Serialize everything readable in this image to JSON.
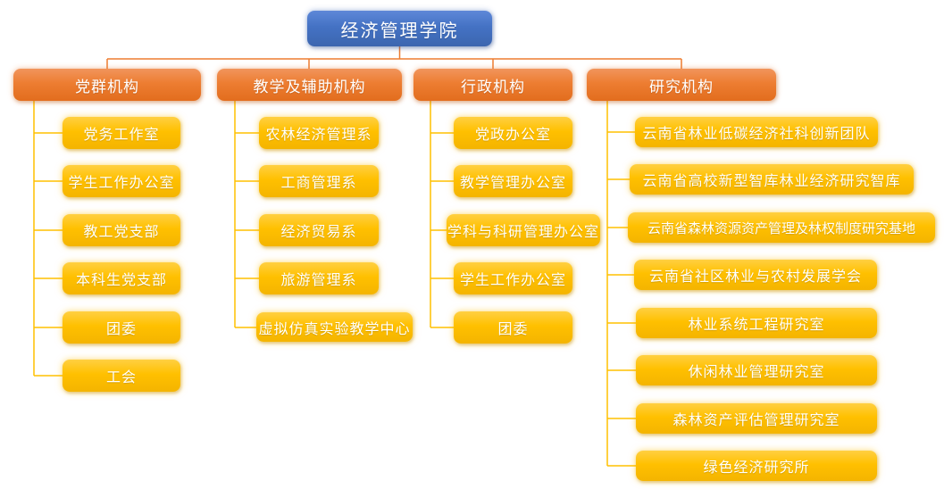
{
  "root": {
    "label": "经济管理学院"
  },
  "colors": {
    "root_fill": "#4472C4",
    "branch_fill": "#ED7D31",
    "item_fill": "#FFC000",
    "branch_connector": "#ED7D31",
    "item_connector": "#FFC000",
    "text": "#FFFFFF",
    "background": "#FFFFFF"
  },
  "branches": [
    {
      "label": "党群机构",
      "items": [
        "党务工作室",
        "学生工作办公室",
        "教工党支部",
        "本科生党支部",
        "团委",
        "工会"
      ]
    },
    {
      "label": "教学及辅助机构",
      "items": [
        "农林经济管理系",
        "工商管理系",
        "经济贸易系",
        "旅游管理系",
        "虚拟仿真实验教学中心"
      ]
    },
    {
      "label": "行政机构",
      "items": [
        "党政办公室",
        "教学管理办公室",
        "学科与科研管理办公室",
        "学生工作办公室",
        "团委"
      ]
    },
    {
      "label": "研究机构",
      "items": [
        "云南省林业低碳经济社科创新团队",
        "云南省高校新型智库林业经济研究智库",
        "云南省森林资源资产管理及林权制度研究基地",
        "云南省社区林业与农村发展学会",
        "林业系统工程研究室",
        "休闲林业管理研究室",
        "森林资产评估管理研究室",
        "绿色经济研究所"
      ]
    }
  ]
}
